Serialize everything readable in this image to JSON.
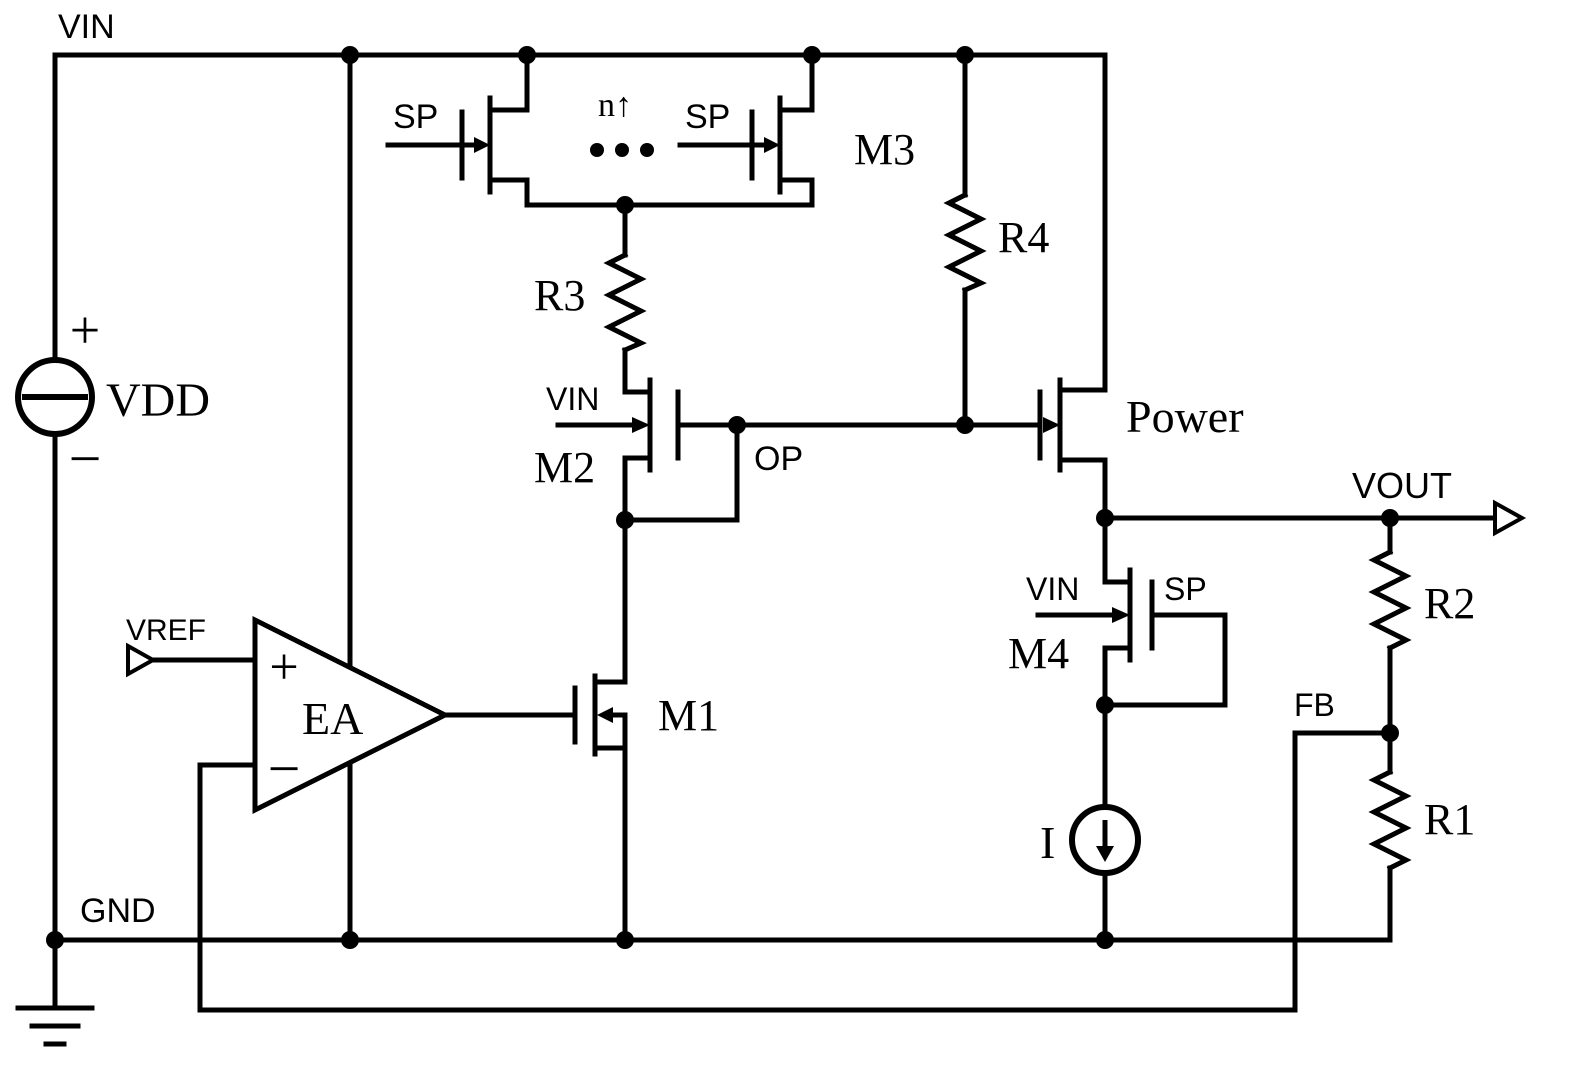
{
  "schematic": {
    "rails": {
      "vin": "VIN",
      "gnd": "GND"
    },
    "supply": {
      "label": "VDD",
      "plus": "+",
      "minus": "−"
    },
    "amplifier": {
      "label": "EA",
      "noninverting": "+",
      "inverting": "−",
      "reference": "VREF"
    },
    "transistors": {
      "m1": "M1",
      "m2": "M2",
      "m3": "M3",
      "m4": "M4",
      "power": "Power",
      "m2_gate": "VIN",
      "m4_gate": "VIN",
      "sp1": "SP",
      "sp2": "SP",
      "sp3": "SP",
      "multiplier": "n↑"
    },
    "resistors": {
      "r1": "R1",
      "r2": "R2",
      "r3": "R3",
      "r4": "R4"
    },
    "nodes": {
      "op": "OP",
      "fb": "FB",
      "vout": "VOUT"
    },
    "current_source": {
      "label": "I"
    },
    "colors": {
      "wire": "#000000",
      "background": "#ffffff"
    }
  }
}
